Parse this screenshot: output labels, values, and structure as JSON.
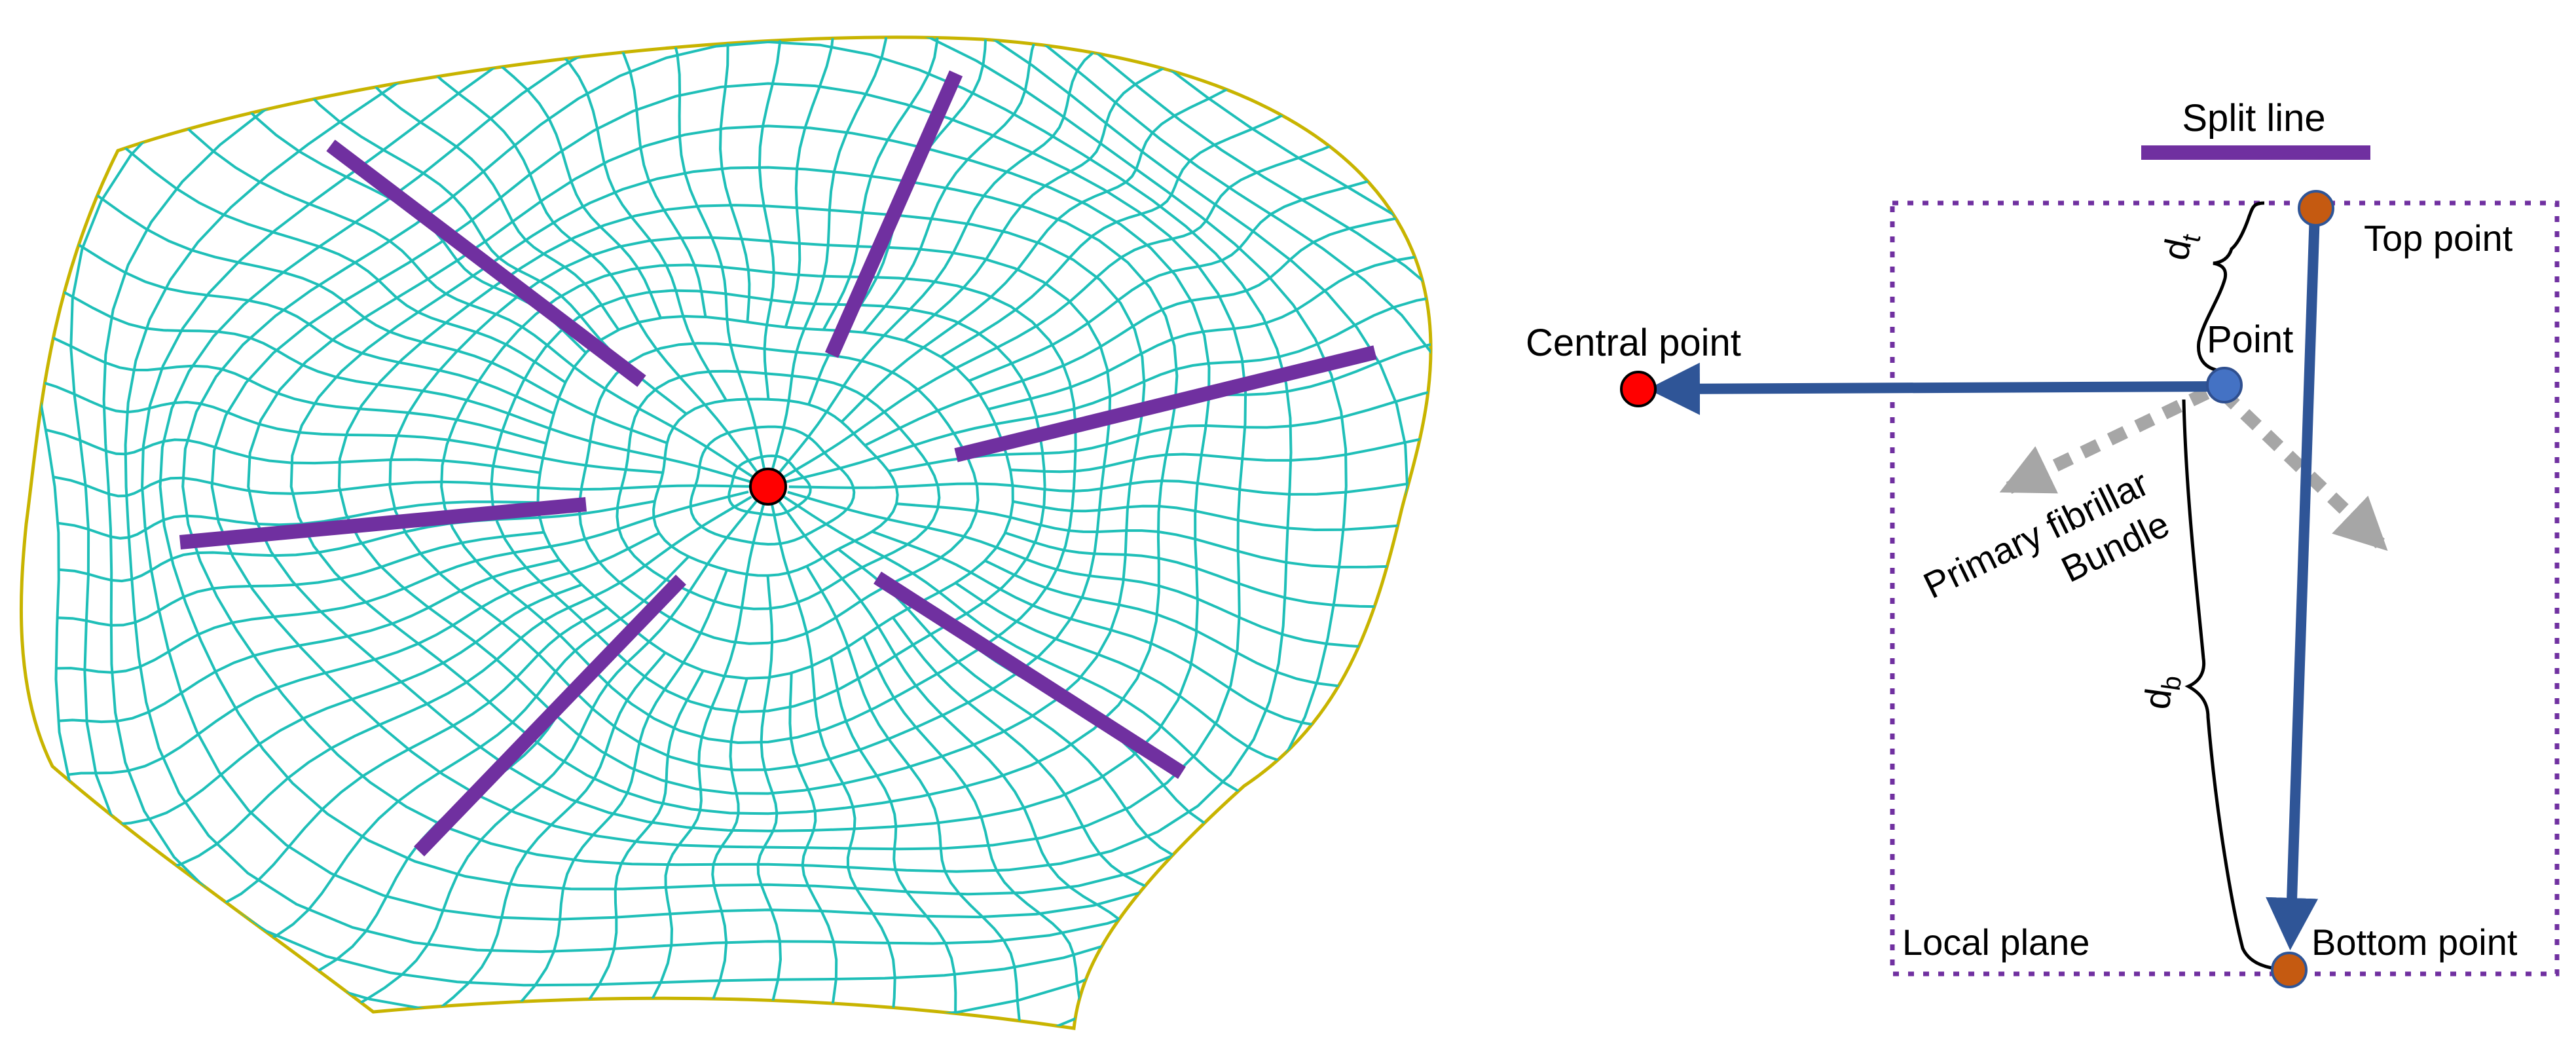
{
  "colors": {
    "mesh": "#1fbfb8",
    "mesh_edge": "#c8b400",
    "split_line": "#7030a0",
    "center": "#ff0000",
    "arrow_blue": "#2f5597",
    "point_blue": "#4472c4",
    "point_orange": "#c55a11",
    "dashed_gray": "#a6a6a6",
    "local_plane": "#7030a0"
  },
  "icons": {
    "central_point_marker": "red-dot-icon",
    "point_marker": "blue-dot-icon",
    "top_marker": "orange-dot-icon",
    "bottom_marker": "orange-dot-icon"
  },
  "labels": {
    "split_line": "Split line",
    "top_point": "Top point",
    "point": "Point",
    "central_point": "Central point",
    "primary_fibrillar_line1": "Primary fibrillar",
    "primary_fibrillar_line2": "Bundle",
    "bottom_point": "Bottom point",
    "local_plane": "Local plane",
    "dt_main": "d",
    "dt_sub": "t",
    "db_main": "d",
    "db_sub": "b"
  }
}
